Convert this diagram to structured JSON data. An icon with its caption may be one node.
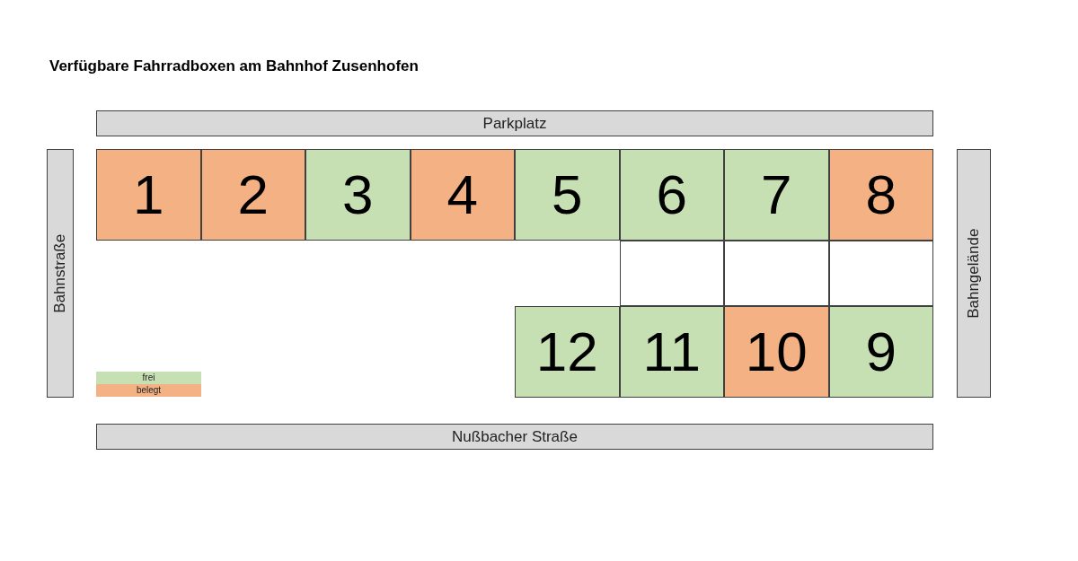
{
  "diagram": {
    "title": "Verfügbare Fahrradboxen am Bahnhof Zusenhofen",
    "nodes": [
      {
        "text": [
          "Parkplatz"
        ]
      },
      {
        "text": [
          "Bahnstraße"
        ]
      },
      {
        "text": [
          "Bahngelände"
        ]
      },
      {
        "text": [
          "1"
        ]
      },
      {
        "text": [
          "2"
        ]
      },
      {
        "text": [
          "3"
        ]
      },
      {
        "text": [
          "4"
        ]
      },
      {
        "text": [
          "5"
        ]
      },
      {
        "text": [
          "6"
        ]
      },
      {
        "text": [
          "7"
        ]
      },
      {
        "text": [
          "8"
        ]
      },
      {
        "text": [],
        "shape": "box"
      },
      {
        "text": [],
        "shape": "box"
      },
      {
        "text": [],
        "shape": "box"
      },
      {
        "text": [
          "12"
        ]
      },
      {
        "text": [
          "11"
        ]
      },
      {
        "text": [
          "10"
        ]
      },
      {
        "text": [
          "9"
        ]
      },
      {
        "text": [
          "Nußbacher Straße"
        ]
      }
    ],
    "edges": [],
    "legend": [
      {
        "text": "frei",
        "color": "#c6e0b4"
      },
      {
        "text": "belegt",
        "color": "#f4b183"
      }
    ]
  }
}
